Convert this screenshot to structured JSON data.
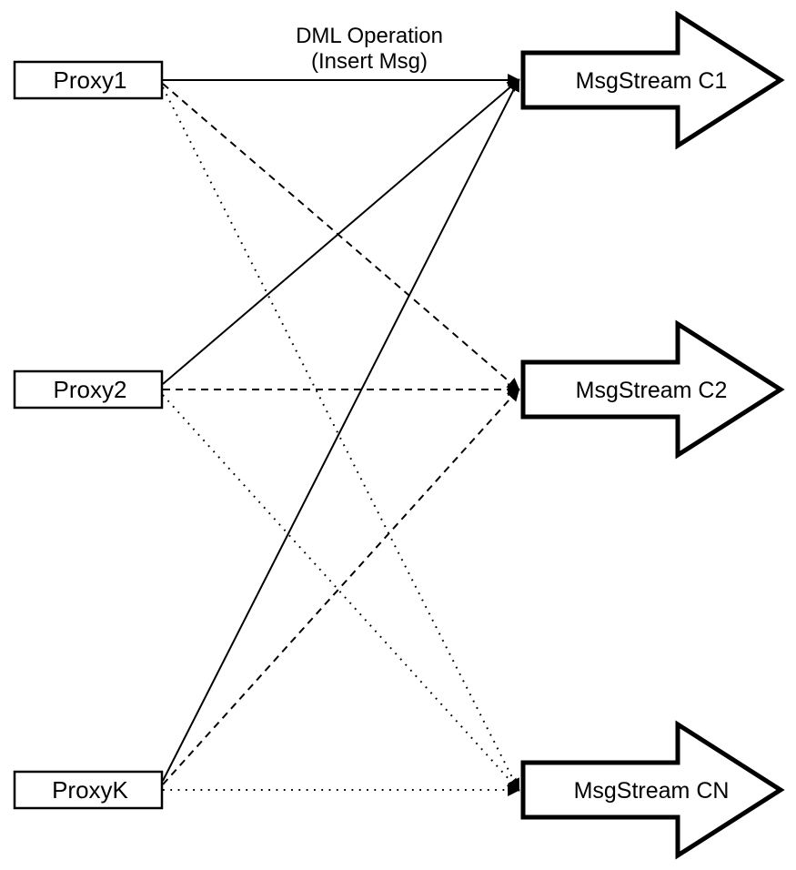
{
  "diagram": {
    "title": {
      "line1": "DML Operation",
      "line2": "(Insert Msg)"
    },
    "proxies": [
      {
        "id": "proxy1",
        "label": "Proxy1"
      },
      {
        "id": "proxy2",
        "label": "Proxy2"
      },
      {
        "id": "proxyk",
        "label": "ProxyK"
      }
    ],
    "streams": [
      {
        "id": "c1",
        "label": "MsgStream C1"
      },
      {
        "id": "c2",
        "label": "MsgStream C2"
      },
      {
        "id": "cn",
        "label": "MsgStream CN"
      }
    ],
    "edges": [
      {
        "from": "Proxy1",
        "to": "MsgStream C1",
        "style": "solid"
      },
      {
        "from": "Proxy1",
        "to": "MsgStream C2",
        "style": "dashed"
      },
      {
        "from": "Proxy1",
        "to": "MsgStream CN",
        "style": "dotted"
      },
      {
        "from": "Proxy2",
        "to": "MsgStream C1",
        "style": "solid"
      },
      {
        "from": "Proxy2",
        "to": "MsgStream C2",
        "style": "dashed"
      },
      {
        "from": "Proxy2",
        "to": "MsgStream CN",
        "style": "dotted"
      },
      {
        "from": "ProxyK",
        "to": "MsgStream C1",
        "style": "solid"
      },
      {
        "from": "ProxyK",
        "to": "MsgStream C2",
        "style": "dashed"
      },
      {
        "from": "ProxyK",
        "to": "MsgStream CN",
        "style": "dotted"
      }
    ],
    "colors": {
      "line": "#000000",
      "fill": "#ffffff",
      "background": "#ffffff"
    }
  }
}
